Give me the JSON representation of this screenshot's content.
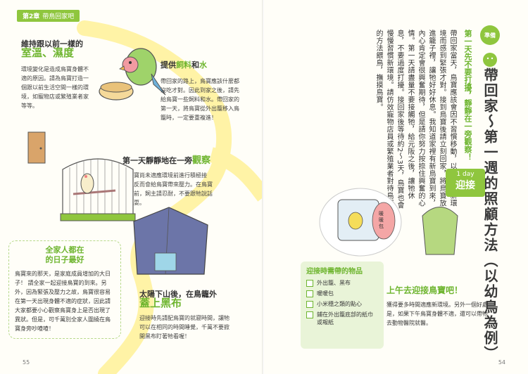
{
  "left": {
    "chapter": {
      "num": "第2章",
      "title": "帶鳥回家吧"
    },
    "temp": {
      "heading1": "維持跟以前一樣的",
      "heading2": "室溫、濕度",
      "body": "環境變化是造成鳥寶身體不適的原因。請為鳥寶打造一個跟以前生活空間一樣的環境，如寵物店或繁殖業者家等等。"
    },
    "food": {
      "heading_pre": "提供",
      "heading_mid": "飼料",
      "heading_and": "和",
      "heading_end": "水",
      "body": "帶回家的路上，鳥寶應該什麼都沒吃才對。因此到家之後，請先給鳥寶一些飼料和水。帶回家的第一天，將鳥寶從外出籠移入鳥籠時，一定要重複進！"
    },
    "observe": {
      "heading_pre": "第一天靜靜地在一旁",
      "heading_end": "觀察",
      "body": "在鳥寶尚未適應環境前進行積極接觸，反而會給鳥寶帶來壓力。在鳥寶習慣前，飼主請忍耐，不要跟牠說話或玩耍。"
    },
    "family": {
      "title1": "全家人都在",
      "title2": "的日子最好",
      "body": "鳥寶來的那天，是家庭成員增加的大日子！ 請全家一起迎接鳥寶的到來。另外，因為緊張及壓力之故，鳥寶很容易在第一天出現身體不適的症狀，因此請大家都要小心觀察鳥寶身上是否出現了異狀。但是，可千萬別全家人圍繞在鳥寶身旁吵喳喳！"
    },
    "night": {
      "heading1": "太陽下山後，在鳥籠外",
      "heading2": "蓋上黑布",
      "body": "迎接時先請配鳥寶的就寢時間，讓牠可以在相同的時間睡覺，千萬不要掀開黑布盯著牠看喔！"
    },
    "page_number": "55"
  },
  "right": {
    "badge": "準備",
    "title": "帶回家～第一週的照顧方法（以幼鳥為例）",
    "subtitle": "第一天先不要打擾，靜靜在一旁觀察！",
    "body": "帶回家當天，鳥寶應該會因不習慣移動，以及來到新環境而感到緊張才對。接到鳥寶後請立刻回家，將鳥寶放進籠子裡，讓牠好好休息。我知道家裡有新鳥寶到來，內心肯定會很興奮期待，但是請你努力按捺住興奮的心情。第一天請盡量不要接觸牠，給元阪之後，讓牠休息，不要過度打擾。接回家後等待約2～3天，鳥寶也會慢慢習慣新環境。請仿效寵物店員或繁殖業者對待鳥寶的方法餵鳥，撫摸鳥寶。",
    "day_tag": {
      "line1": "1 day",
      "line2": "迎接"
    },
    "warmer_label": "暖暖包",
    "items_box": {
      "title": "迎接時需帶的物品",
      "items": [
        "外出籠、黑布",
        "暖暖包",
        "小米穗之類的點心",
        "鋪在外出籠底部的紙巾或報紙"
      ]
    },
    "morning": {
      "heading": "上午去迎接鳥寶吧！",
      "body": "獲得要多時間適應新環境。另外一個好處是，如果下午鳥寶身體不適，還可以帶牠去動物醫院就醫。"
    },
    "page_number": "54"
  }
}
